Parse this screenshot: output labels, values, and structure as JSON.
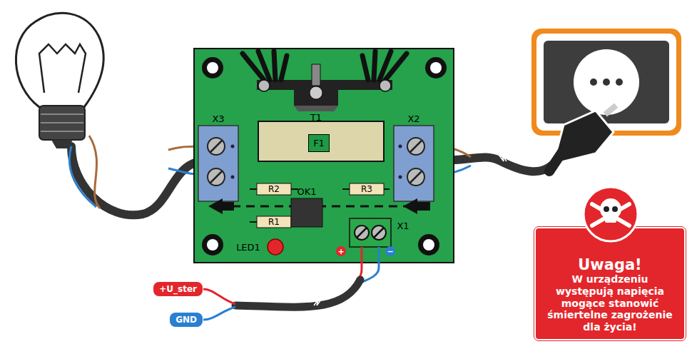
{
  "diagram": {
    "nodes": [
      {
        "text": [
          "F1"
        ]
      },
      {
        "text": [
          "+U_ster"
        ]
      },
      {
        "text": [
          "GND"
        ]
      },
      {
        "text": [
          "Uwaga!",
          "W urządzeniu występują napięcia mogące stanowić śmiertelne zagrożenie dla życia!"
        ]
      }
    ],
    "labels": [
      "X3",
      "T1",
      "X2",
      "R2",
      "OK1",
      "R3",
      "R1",
      "LED1",
      "X1",
      "+",
      "−"
    ]
  }
}
